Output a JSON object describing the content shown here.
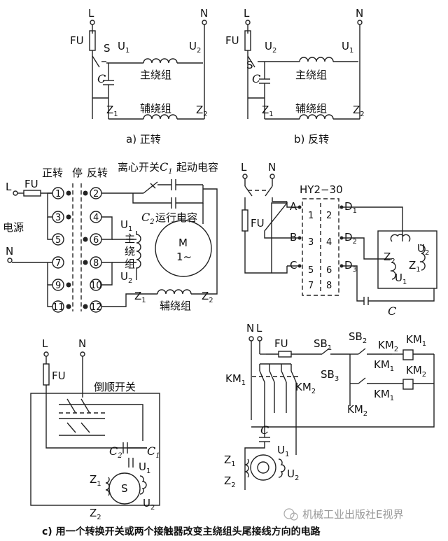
{
  "diagram_a": {
    "L": "L",
    "N": "N",
    "FU": "FU",
    "S": "S",
    "U1": "U",
    "U1s": "1",
    "U2": "U",
    "U2s": "2",
    "C": "C",
    "main_winding": "主绕组",
    "aux_winding": "辅绕组",
    "Z1": "Z",
    "Z1s": "1",
    "Z2": "Z",
    "Z2s": "2",
    "caption": "a) 正转"
  },
  "diagram_b": {
    "L": "L",
    "N": "N",
    "FU": "FU",
    "S": "S",
    "U2": "U",
    "U2s": "2",
    "U1": "U",
    "U1s": "1",
    "C": "C",
    "main_winding": "主绕组",
    "aux_winding": "辅绕组",
    "Z1": "Z",
    "Z1s": "1",
    "Z2": "Z",
    "Z2s": "2",
    "caption": "b) 反转"
  },
  "diagram_c1": {
    "L": "L",
    "N": "N",
    "FU": "FU",
    "power": "电源",
    "forward": "正转",
    "stop": "停",
    "reverse": "反转",
    "centrifugal_switch": "离心开关",
    "C1": "C",
    "C1s": "1",
    "start_cap": "起动电容",
    "C2": "C",
    "C2s": "2",
    "run_cap": "运行电容",
    "terminals": [
      "1",
      "2",
      "3",
      "4",
      "5",
      "6",
      "7",
      "8",
      "9",
      "10",
      "11",
      "12"
    ],
    "main_winding_v": [
      "主",
      "绕",
      "组"
    ],
    "U1": "U",
    "U1s": "1",
    "U2": "U",
    "U2s": "2",
    "motor_m": "M",
    "motor_sub": "1~",
    "Z1": "Z",
    "Z1s": "1",
    "Z2": "Z",
    "Z2s": "2",
    "aux_winding": "辅绕组"
  },
  "diagram_c2": {
    "L": "L",
    "N": "N",
    "FU": "FU",
    "switch_model": "HY2−30",
    "A": "A",
    "B": "B",
    "Cn": "C",
    "D1": "D",
    "D1s": "1",
    "D2": "D",
    "D2s": "2",
    "D3": "D",
    "D3s": "3",
    "cells": [
      "1",
      "2",
      "3",
      "4",
      "5",
      "6",
      "7",
      "8"
    ],
    "U2": "U",
    "U2s": "2",
    "Z2": "Z",
    "Z2s": "2",
    "Z1": "Z",
    "Z1s": "1",
    "U1": "U",
    "U1s": "1",
    "C": "C"
  },
  "diagram_c3": {
    "L": "L",
    "N": "N",
    "FU": "FU",
    "switch": "倒顺开关",
    "C1": "C",
    "C1s": "1",
    "C2": "C",
    "C2s": "2",
    "U1": "U",
    "U1s": "1",
    "U2": "U",
    "U2s": "2",
    "Z1": "Z",
    "Z1s": "1",
    "Z2": "Z",
    "Z2s": "2",
    "S": "S"
  },
  "diagram_c4": {
    "N": "N",
    "L": "L",
    "FU": "FU",
    "SB1": "SB",
    "SB1s": "1",
    "SB2": "SB",
    "SB2s": "2",
    "SB3": "SB",
    "SB3s": "3",
    "KM1": "KM",
    "KM1s": "1",
    "KM2": "KM",
    "KM2s": "2",
    "C": "C",
    "U1": "U",
    "U1s": "1",
    "U2": "U",
    "U2s": "2",
    "Z1": "Z",
    "Z1s": "1",
    "Z2": "Z",
    "Z2s": "2"
  },
  "caption_c": "c) 用一个转换开关或两个接触器改变主绕组头尾接线方向的电路",
  "watermark": "机械工业出版社E视界"
}
